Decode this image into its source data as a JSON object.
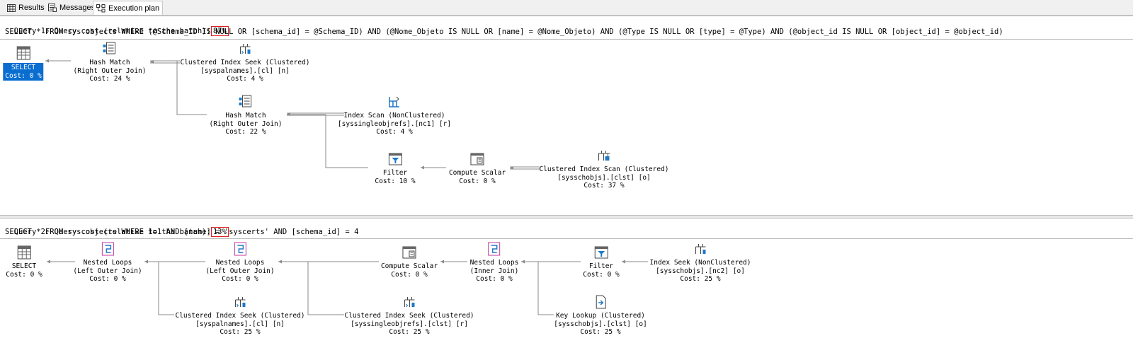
{
  "tabs": [
    {
      "label": "Results",
      "icon": "grid-icon"
    },
    {
      "label": "Messages",
      "icon": "messages-icon"
    },
    {
      "label": "Execution plan",
      "icon": "execution-plan-icon",
      "active": true
    }
  ],
  "query1": {
    "header_prefix": "Query 1: Query cost (relative to the batch):",
    "cost": "87%",
    "sql": "SELECT * FROM sys.objects WHERE (@Schema_ID IS NULL OR [schema_id] = @Schema_ID) AND (@Nome_Objeto IS NULL OR [name] = @Nome_Objeto) AND (@Type IS NULL OR [type] = @Type) AND (@object_id IS NULL OR [object_id] = @object_id)",
    "ops": {
      "select": {
        "l1": "SELECT",
        "l2": "Cost: 0 %"
      },
      "hash1": {
        "l1": "Hash Match",
        "l2": "(Right Outer Join)",
        "l3": "Cost: 24 %"
      },
      "cis1": {
        "l1": "Clustered Index Seek (Clustered)",
        "l2": "[syspalnames].[cl] [n]",
        "l3": "Cost: 4 %"
      },
      "hash2": {
        "l1": "Hash Match",
        "l2": "(Right Outer Join)",
        "l3": "Cost: 22 %"
      },
      "iscan": {
        "l1": "Index Scan (NonClustered)",
        "l2": "[syssingleobjrefs].[nc1] [r]",
        "l3": "Cost: 4 %"
      },
      "filter": {
        "l1": "Filter",
        "l2": "Cost: 10 %"
      },
      "compute": {
        "l1": "Compute Scalar",
        "l2": "Cost: 0 %"
      },
      "ciscan": {
        "l1": "Clustered Index Scan (Clustered)",
        "l2": "[sysschobjs].[clst] [o]",
        "l3": "Cost: 37 %"
      }
    }
  },
  "query2": {
    "header_prefix": "Query 2: Query cost (relative to the batch):",
    "cost": "13%",
    "sql": "SELECT * FROM sys.objects WHERE 1=1 AND [name] = 'syscerts' AND [schema_id] = 4",
    "ops": {
      "select": {
        "l1": "SELECT",
        "l2": "Cost: 0 %"
      },
      "nl1": {
        "l1": "Nested Loops",
        "l2": "(Left Outer Join)",
        "l3": "Cost: 0 %"
      },
      "nl2": {
        "l1": "Nested Loops",
        "l2": "(Left Outer Join)",
        "l3": "Cost: 0 %"
      },
      "compute": {
        "l1": "Compute Scalar",
        "l2": "Cost: 0 %"
      },
      "nl3": {
        "l1": "Nested Loops",
        "l2": "(Inner Join)",
        "l3": "Cost: 0 %"
      },
      "filter": {
        "l1": "Filter",
        "l2": "Cost: 0 %"
      },
      "iseek": {
        "l1": "Index Seek (NonClustered)",
        "l2": "[sysschobjs].[nc2] [o]",
        "l3": "Cost: 25 %"
      },
      "cis1": {
        "l1": "Clustered Index Seek (Clustered)",
        "l2": "[syspalnames].[cl] [n]",
        "l3": "Cost: 25 %"
      },
      "cis2": {
        "l1": "Clustered Index Seek (Clustered)",
        "l2": "[syssingleobjrefs].[clst] [r]",
        "l3": "Cost: 25 %"
      },
      "keylookup": {
        "l1": "Key Lookup (Clustered)",
        "l2": "[sysschobjs].[clst] [o]",
        "l3": "Cost: 25 %"
      }
    }
  }
}
